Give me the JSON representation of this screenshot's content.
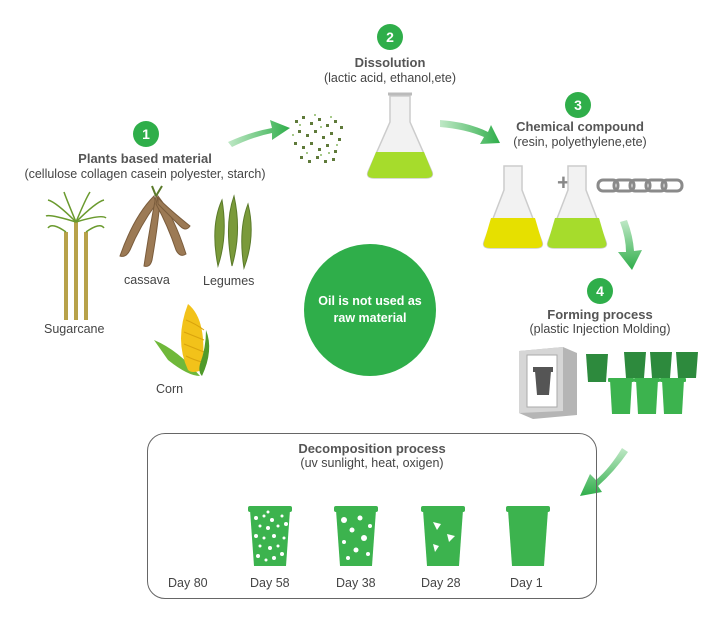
{
  "steps": [
    {
      "number": "1",
      "title": "Plants based material",
      "subtitle": "(cellulose collagen casein polyester, starch)"
    },
    {
      "number": "2",
      "title": "Dissolution",
      "subtitle": "(lactic acid, ethanol,ete)"
    },
    {
      "number": "3",
      "title": "Chemical compound",
      "subtitle": "(resin, polyethylene,ete)"
    },
    {
      "number": "4",
      "title": "Forming process",
      "subtitle": "(plastic Injection Molding)"
    }
  ],
  "plants": {
    "sugarcane": "Sugarcane",
    "cassava": "cassava",
    "legumes": "Legumes",
    "corn": "Corn"
  },
  "center_text": "Oil is not used as raw material",
  "plus_sign": "+",
  "decomposition": {
    "title": "Decomposition process",
    "subtitle": "(uv sunlight, heat, oxigen)",
    "days": [
      "Day 80",
      "Day 58",
      "Day 38",
      "Day 28",
      "Day 1"
    ]
  },
  "colors": {
    "accent_green": "#2fae4a",
    "yellow_liquid": "#e6e000",
    "green_liquid": "#a6dc2c"
  }
}
